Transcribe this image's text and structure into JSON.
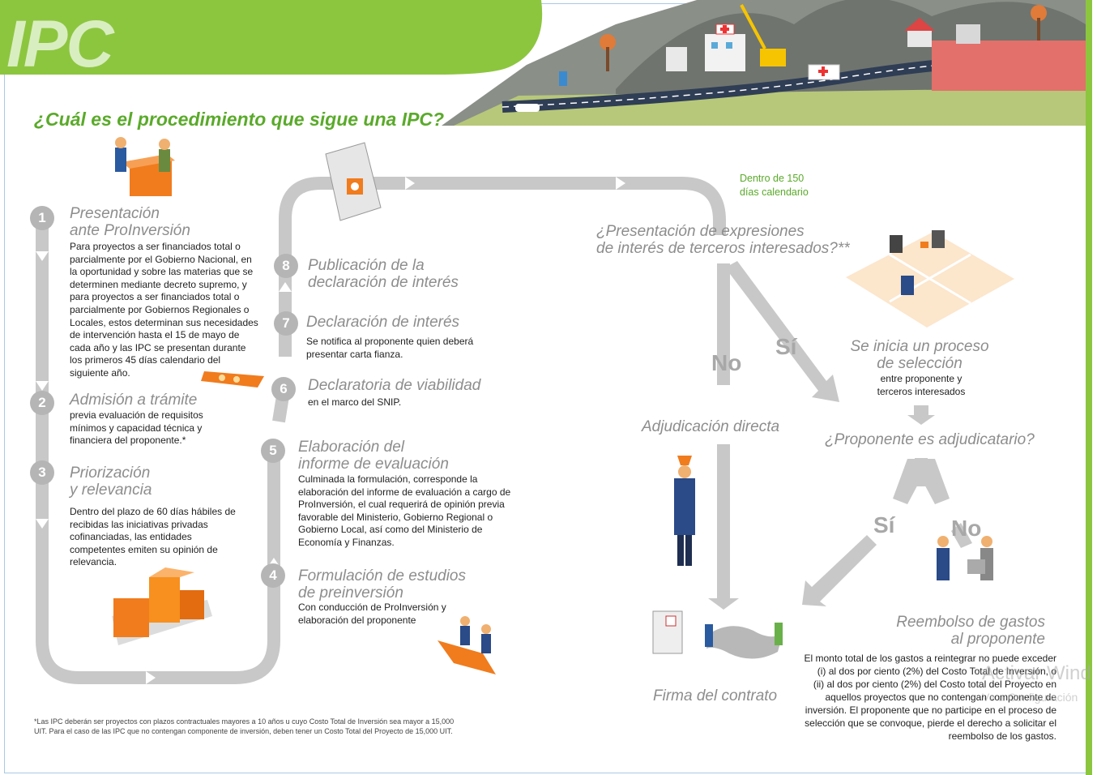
{
  "brand": "IPC",
  "heading": "¿Cuál es el procedimiento que sigue una IPC?",
  "colors": {
    "accent_green": "#5aaa2a",
    "brand_green": "#8cc63f",
    "arrow_gray": "#c8c8c8",
    "orange": "#f07c1e"
  },
  "steps": [
    {
      "num": "1",
      "title_1": "Presentación",
      "title_2": "ante ProInversión",
      "text": "Para proyectos a ser financiados total o parcialmente por el Gobierno Nacional, en la oportunidad y sobre las materias que se determinen mediante decreto supremo, y para proyectos a ser financiados total o parcialmente por Gobiernos Regionales o Locales, estos determinan sus necesidades de intervención hasta el 15 de mayo de cada año y las IPC se presentan durante los primeros 45 días calendario del siguiente año."
    },
    {
      "num": "2",
      "title_1": "Admisión a trámite",
      "title_2": "",
      "text": "previa evaluación de requisitos mínimos y capacidad técnica y financiera del proponente.*"
    },
    {
      "num": "3",
      "title_1": "Priorización",
      "title_2": "y relevancia",
      "text": "Dentro del plazo de 60 días hábiles de recibidas las iniciativas privadas cofinanciadas, las entidades competentes emiten su opinión de relevancia."
    },
    {
      "num": "4",
      "title_1": "Formulación de estudios",
      "title_2": "de preinversión",
      "text": "Con conducción de ProInversión y elaboración del proponente"
    },
    {
      "num": "5",
      "title_1": "Elaboración del",
      "title_2": "informe de evaluación",
      "text": "Culminada la formulación, corresponde la elaboración del informe de evaluación a cargo de ProInversión, el cual requerirá de opinión previa favorable del Ministerio, Gobierno Regional o Gobierno Local, así como del Ministerio de Economía y Finanzas."
    },
    {
      "num": "6",
      "title_1": "Declaratoria de viabilidad",
      "title_2": "",
      "text": "en el marco del SNIP."
    },
    {
      "num": "7",
      "title_1": "Declaración de interés",
      "title_2": "",
      "text": "Se notifica al proponente quien deberá presentar carta fianza."
    },
    {
      "num": "8",
      "title_1": "Publicación de la",
      "title_2": "declaración de interés",
      "text": ""
    }
  ],
  "timeframe": {
    "line_1": "Dentro de 150",
    "line_2": "días calendario"
  },
  "q_interest": {
    "line_1": "¿Presentación de expresiones",
    "line_2": "de interés de terceros interesados?**"
  },
  "yes_label": "Sí",
  "no_label": "No",
  "direct_award": "Adjudicación directa",
  "selection": {
    "title_1": "Se inicia un proceso",
    "title_2": "de selección",
    "text_1": "entre proponente y",
    "text_2": "terceros interesados"
  },
  "q_awardee": "¿Proponente es adjudicatario?",
  "contract": "Firma del contrato",
  "reimbursement": {
    "title_1": "Reembolso de gastos",
    "title_2": "al proponente",
    "lines": [
      "El monto total de los gastos a reintegrar no puede exceder",
      "(i) al dos por ciento (2%) del Costo Total de Inversión, o",
      "(ii) al dos por ciento (2%) del Costo total del Proyecto en",
      "aquellos proyectos que no contengan componente de",
      "inversión. El proponente que no participe en el proceso de",
      "selección que se convoque, pierde el derecho a solicitar el",
      "reembolso de los gastos."
    ]
  },
  "footnote": "*Las IPC deberán ser proyectos con plazos contractuales mayores a 10 años u cuyo Costo Total de Inversión sea mayor a 15,000 UIT. Para el caso de las IPC que no contengan componente de inversión, deben tener un Costo Total del Proyecto de 15,000 UIT.",
  "watermark": {
    "line_1": "Activar Wind",
    "line_2": "Ve a Configuración"
  }
}
